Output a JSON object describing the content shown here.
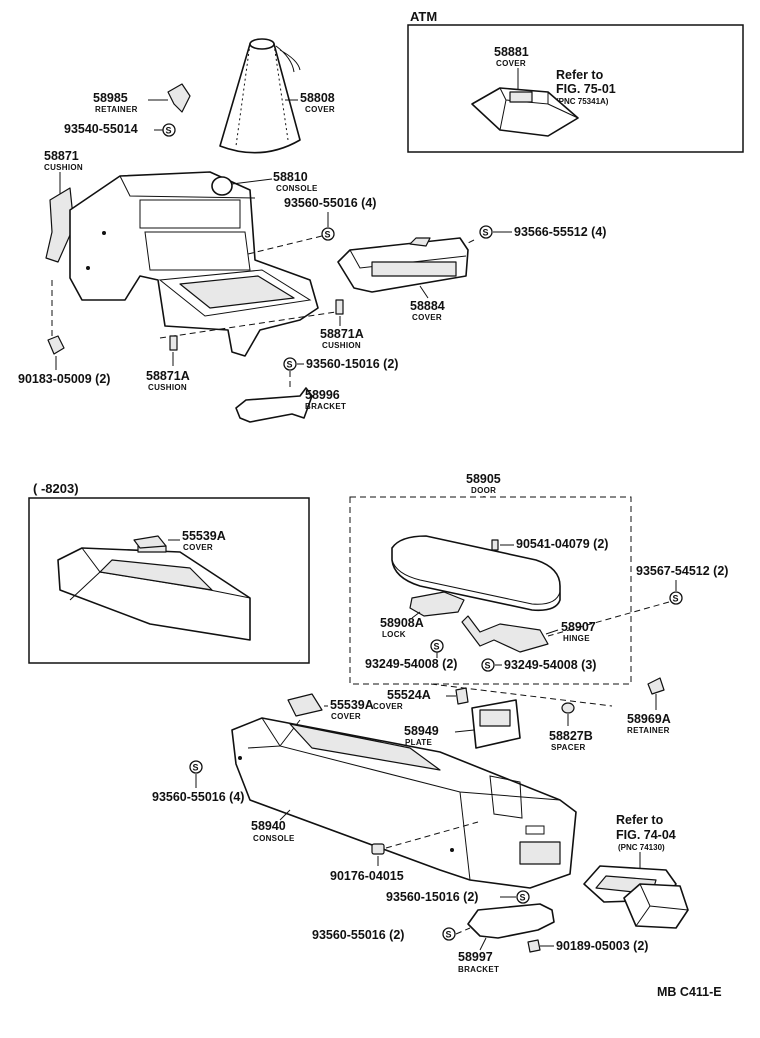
{
  "diagram_code": "MB C411-E",
  "screw_symbol": "S",
  "atm": {
    "title": "ATM",
    "cover_number": "58881",
    "cover_name": "COVER",
    "refer_line1": "Refer to",
    "refer_line2": "FIG. 75-01",
    "refer_line3": "(PNC 75341A)"
  },
  "upper_parts": [
    {
      "number": "58985",
      "name": "RETAINER"
    },
    {
      "number": "93540-55014",
      "name": ""
    },
    {
      "number": "58808",
      "name": "COVER"
    },
    {
      "number": "58871",
      "name": "CUSHION"
    },
    {
      "number": "58810",
      "name": "CONSOLE"
    },
    {
      "number": "93560-55016 (4)",
      "name": ""
    },
    {
      "number": "93566-55512 (4)",
      "name": ""
    },
    {
      "number": "58884",
      "name": "COVER"
    },
    {
      "number": "58871A",
      "name": "CUSHION"
    },
    {
      "number": "58871A",
      "name": "CUSHION"
    },
    {
      "number": "90183-05009 (2)",
      "name": ""
    },
    {
      "number": "93560-15016 (2)",
      "name": ""
    },
    {
      "number": "58996",
      "name": "BRACKET"
    }
  ],
  "early_box": {
    "title": "(      -8203)",
    "part_number": "55539A",
    "part_name": "COVER"
  },
  "door_group": {
    "number": "58905",
    "name": "DOOR"
  },
  "lower_parts": [
    {
      "number": "90541-04079 (2)",
      "name": ""
    },
    {
      "number": "93567-54512 (2)",
      "name": ""
    },
    {
      "number": "58908A",
      "name": "LOCK"
    },
    {
      "number": "58907",
      "name": "HINGE"
    },
    {
      "number": "93249-54008 (2)",
      "name": ""
    },
    {
      "number": "93249-54008 (3)",
      "name": ""
    },
    {
      "number": "55539A",
      "name": "COVER"
    },
    {
      "number": "55524A",
      "name": "COVER"
    },
    {
      "number": "58949",
      "name": "PLATE"
    },
    {
      "number": "58827B",
      "name": "SPACER"
    },
    {
      "number": "58969A",
      "name": "RETAINER"
    },
    {
      "number": "93560-55016 (4)",
      "name": ""
    },
    {
      "number": "58940",
      "name": "CONSOLE"
    },
    {
      "number": "90176-04015",
      "name": ""
    },
    {
      "number": "93560-15016 (2)",
      "name": ""
    },
    {
      "number": "93560-55016 (2)",
      "name": ""
    },
    {
      "number": "58997",
      "name": "BRACKET"
    },
    {
      "number": "90189-05003 (2)",
      "name": ""
    }
  ],
  "ref_fig74": {
    "line1": "Refer to",
    "line2": "FIG. 74-04",
    "line3": "(PNC 74130)"
  }
}
